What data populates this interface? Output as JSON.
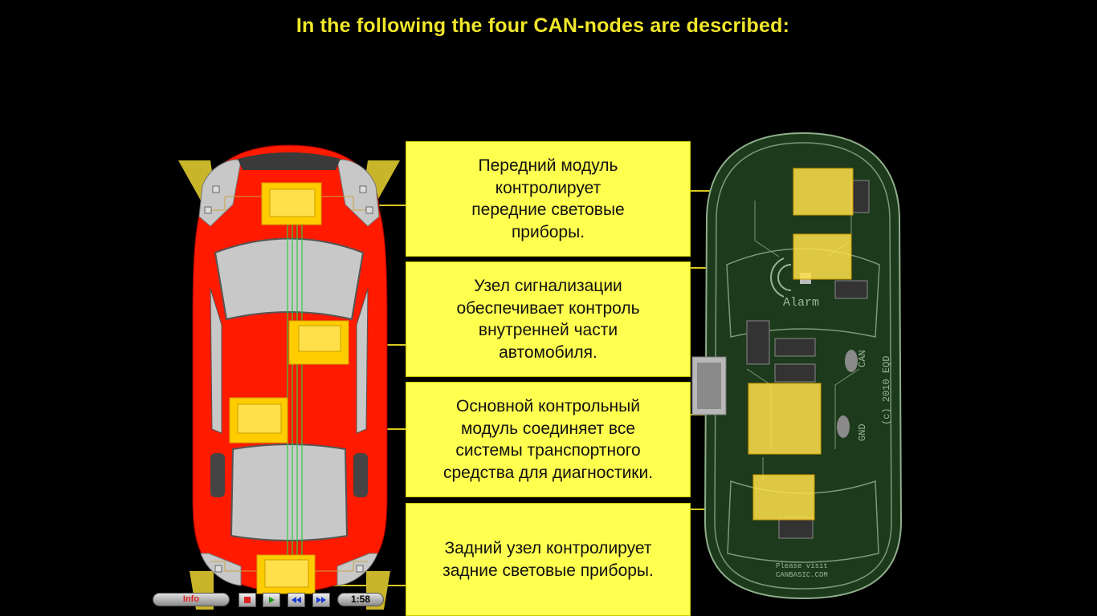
{
  "heading": "In the following the four CAN-nodes are described:",
  "nodes": [
    {
      "text": "Передний модуль\nконтролирует\nпередние световые\nприборы."
    },
    {
      "text": "Узел сигнализации\nобеспечивает контроль\nвнутренней части\nавтомобиля."
    },
    {
      "text": "Основной контрольный\nмодуль соединяет все\nсистемы транспортного\nсредства для диагностики."
    },
    {
      "text": "Задний узел контролирует\nзадние световые приборы."
    }
  ],
  "board": {
    "alarm_label": "Alarm",
    "can_label": "CAN",
    "gnd_label": "GND",
    "copyright_label": "(c) 2010 EQD",
    "visit_line1": "Please visit",
    "visit_line2": "CANBASIC.COM"
  },
  "player": {
    "info_label": "Info",
    "time": "1:58"
  },
  "colors": {
    "background": "#000000",
    "heading": "#f0e62a",
    "box": "#ffff50",
    "car_body": "#ff1a00",
    "pcb": "#1d3a1c",
    "module": "#ffe04a"
  },
  "icons": [
    "stop-icon",
    "play-icon",
    "rewind-icon",
    "fast-forward-icon"
  ]
}
